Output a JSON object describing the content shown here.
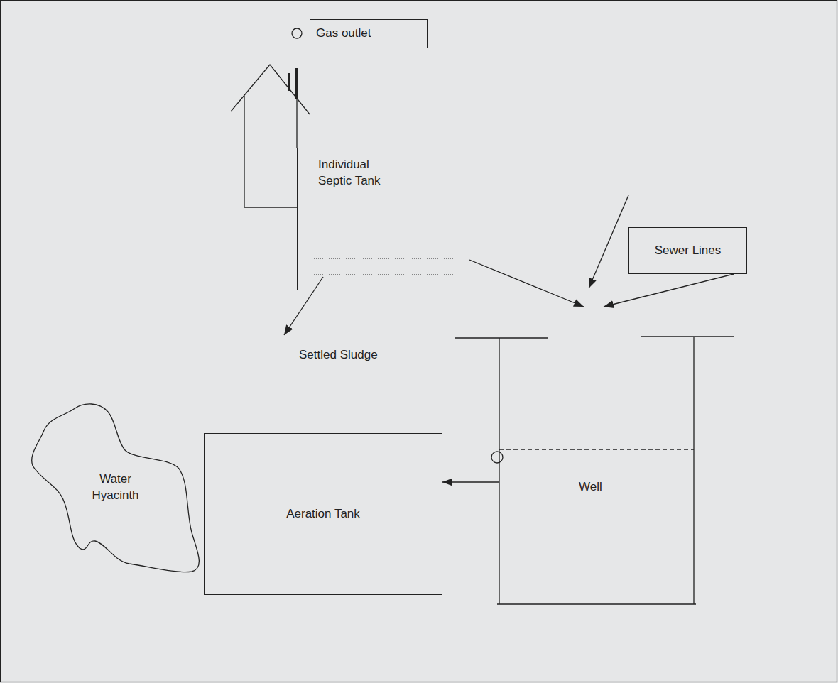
{
  "diagram": {
    "nodes": [
      {
        "text": [
          "Gas outlet"
        ]
      },
      {
        "text": [
          "Individual Septic Tank"
        ]
      },
      {
        "text": [
          "Sewer Lines"
        ]
      },
      {
        "text": [
          "Well"
        ]
      },
      {
        "text": [
          "Water Hyacinth"
        ]
      },
      {
        "text": [
          "Aeration Tank"
        ]
      }
    ],
    "edges": [
      {
        "from": 1,
        "to": 3,
        "arrow": "to"
      },
      {
        "from": 2,
        "to": 3,
        "arrow": "to"
      },
      {
        "from": 3,
        "to": 5,
        "arrow": "to"
      }
    ],
    "labels": [
      "Settled Sludge"
    ]
  }
}
